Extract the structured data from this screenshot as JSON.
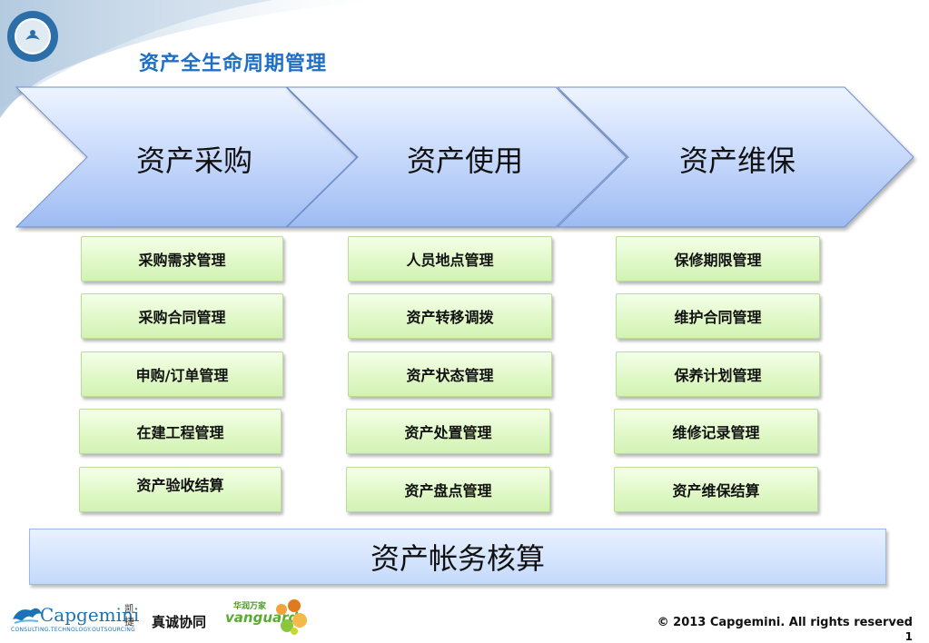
{
  "slide": {
    "title": "资产全生命周期管理",
    "phases": [
      "资产采购",
      "资产使用",
      "资产维保"
    ],
    "columns": [
      [
        "采购需求管理",
        "采购合同管理",
        "申购/订单管理",
        "在建工程管理",
        "资产验收结算"
      ],
      [
        "人员地点管理",
        "资产转移调拨",
        "资产状态管理",
        "资产处置管理",
        "资产盘点管理"
      ],
      [
        "保修期限管理",
        "维护合同管理",
        "保养计划管理",
        "维修记录管理",
        "资产维保结算"
      ]
    ],
    "bottom_bar": "资产帐务核算"
  },
  "footer": {
    "capgemini_name": "Capgemini",
    "capgemini_tagline": "CONSULTING.TECHNOLOGY.OUTSOURCING",
    "capgemini_cn": "凯捷",
    "slogan": "真诚协同",
    "vanguard_cn": "华润万家",
    "vanguard_en": "vanguard",
    "copyright": "© 2013 Capgemini. All rights reserved",
    "page_number": "1"
  },
  "colors": {
    "title_blue": "#1f6fc5",
    "chevron_light": "#e6efff",
    "chevron_dark": "#8fb1f0",
    "box_green": "#dff8c6",
    "bar_blue": "#c4d9fa"
  }
}
